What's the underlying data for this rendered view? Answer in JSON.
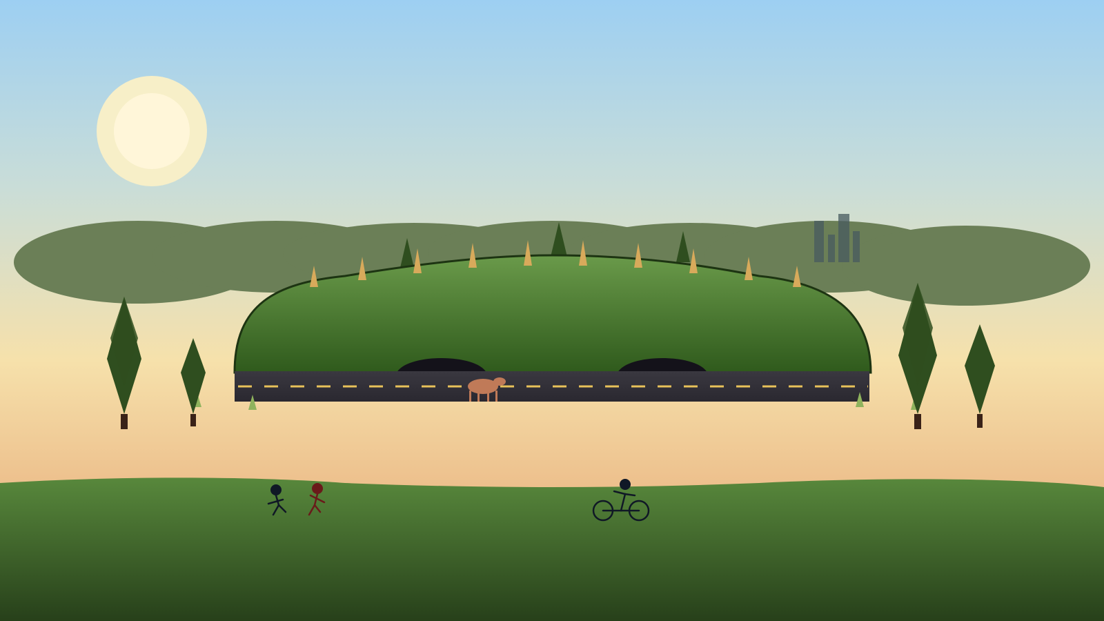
{
  "colors": {
    "sky_top": "#9dcff2",
    "sky_mid": "#c9ddd8",
    "sky_horizon": "#f6e1ab",
    "sky_low": "#ecbd8a",
    "sun_outer": "#f7efc8",
    "sun_inner": "#fff6d9",
    "far_hills": "#6b7f57",
    "skyline": "#475a5f",
    "bridge_top": "#6a9a4a",
    "bridge_bottom": "#2f5a1c",
    "bridge_outline": "#1d3412",
    "road": "#2a2830",
    "road_line": "#e8c25a",
    "tunnel": "#14121a",
    "grass_spike": "#d8aa5b",
    "pine_dark": "#2f4e1f",
    "tree_trunk": "#3a2218",
    "sprout": "#8fb35d",
    "ground_top": "#58883c",
    "ground_bottom": "#27401a",
    "deer": "#c07a58",
    "figure_dark": "#101826",
    "figure_red": "#6a1a1a"
  },
  "elements": {
    "sun": "sun",
    "far_hills": "distant-hills",
    "skyline": "city-skyline",
    "wildlife_bridge": "green-overpass",
    "road": "highway",
    "deer": "deer",
    "trees": "cypress-trees",
    "foreground": "grass-meadow",
    "walkers": "two-walking-people",
    "cyclist": "cyclist"
  }
}
